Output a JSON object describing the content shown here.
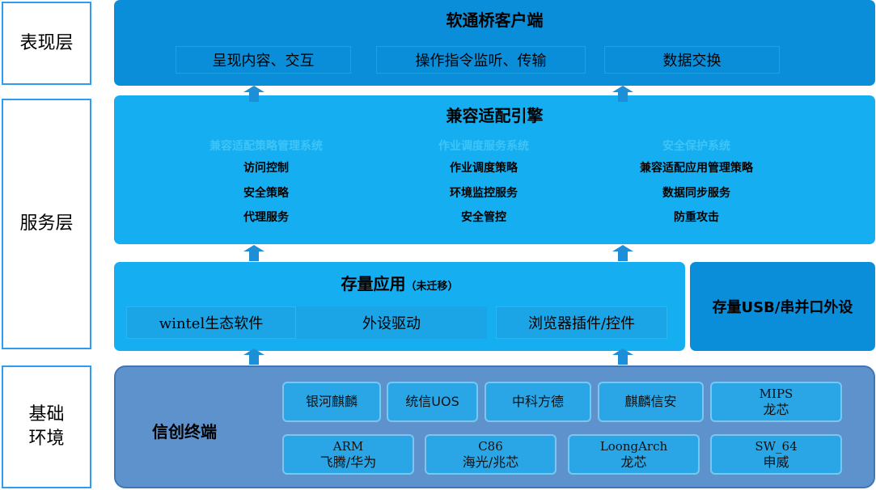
{
  "layers": {
    "presentation": [
      "表现层"
    ],
    "service": [
      "服务层"
    ],
    "base": [
      "基础",
      "环境"
    ]
  },
  "client": {
    "title": "软通桥客户端",
    "items": [
      "呈现内容、交互",
      "操作指令监听、传输",
      "数据交换"
    ]
  },
  "engine": {
    "title": "兼容适配引擎",
    "systems": [
      {
        "name": "兼容适配策略管理系统",
        "items": [
          "访问控制",
          "安全策略",
          "代理服务"
        ]
      },
      {
        "name": "作业调度服务系统",
        "items": [
          "作业调度策略",
          "环境监控服务",
          "安全管控"
        ]
      },
      {
        "name": "安全保护系统",
        "items": [
          "兼容适配应用管理策略",
          "数据同步服务",
          "防重攻击"
        ]
      }
    ]
  },
  "apps": {
    "title": "存量应用",
    "note": "（未迁移）",
    "items": [
      "wintel生态软件",
      "外设驱动",
      "浏览器插件/控件"
    ]
  },
  "usb": {
    "label": "存量USB/串并口外设"
  },
  "base": {
    "title": "信创终端",
    "row1": [
      {
        "lines": [
          "银河麒麟"
        ]
      },
      {
        "lines": [
          "统信UOS"
        ]
      },
      {
        "lines": [
          "中科方德"
        ]
      },
      {
        "lines": [
          "麒麟信安"
        ]
      },
      {
        "lines": [
          "MIPS",
          "龙芯"
        ]
      }
    ],
    "row2": [
      {
        "lines": [
          "ARM",
          "飞腾/华为"
        ]
      },
      {
        "lines": [
          "C86",
          "海光/兆芯"
        ]
      },
      {
        "lines": [
          "LoongArch",
          "龙芯"
        ]
      },
      {
        "lines": [
          "SW_64",
          "申威"
        ]
      }
    ]
  },
  "colors": {
    "dark_blue": "#0b8ed9",
    "light_blue": "#15aef0",
    "base_blue": "#5d92cc",
    "arrow": "#1d8fd8"
  }
}
